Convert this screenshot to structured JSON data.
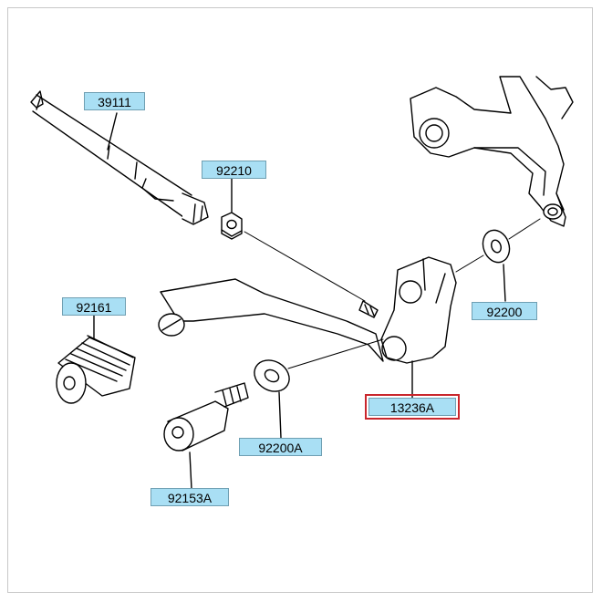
{
  "parts": {
    "p39111": "39111",
    "p92210": "92210",
    "p92161": "92161",
    "p92200": "92200",
    "p13236A": "13236A",
    "p92200A": "92200A",
    "p92153A": "92153A"
  },
  "colors": {
    "label_bg": "#a9dff4",
    "highlight": "#c9262c",
    "line": "#000000"
  }
}
